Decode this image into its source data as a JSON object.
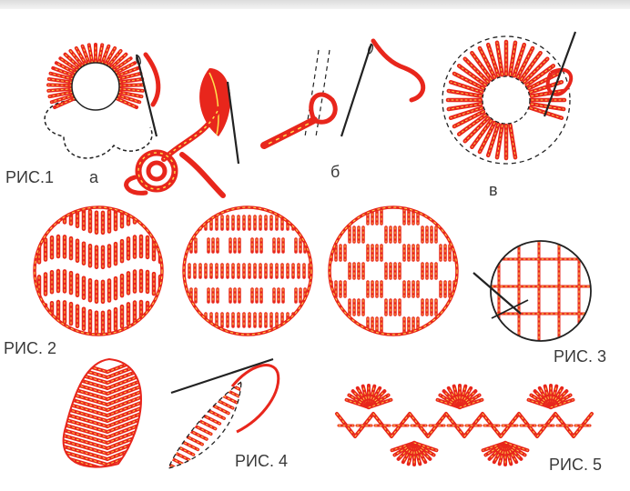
{
  "labels": {
    "fig1": "РИС.1",
    "fig1_a": "а",
    "fig1_b": "б",
    "fig1_v": "в",
    "fig2": "РИС. 2",
    "fig3": "РИС. 3",
    "fig4": "РИС. 4",
    "fig5": "РИС. 5"
  },
  "colors": {
    "thread": "#e8261c",
    "thread_dark": "#c8140e",
    "highlight": "#ffe14d",
    "needle": "#222222",
    "outline": "#222222"
  },
  "icons": [
    "needle-icon",
    "flower-motif",
    "leaf-motif",
    "ring-motif",
    "circle-sampler",
    "leaf-sampler",
    "border-motif"
  ]
}
